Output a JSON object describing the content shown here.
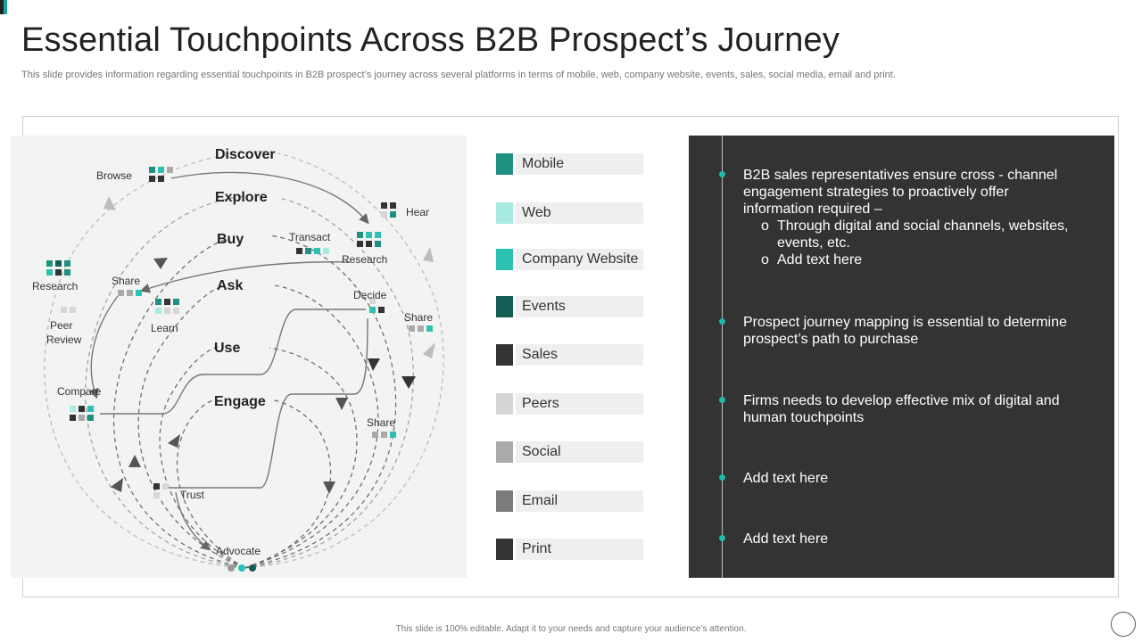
{
  "header": {
    "title": "Essential Touchpoints Across B2B Prospect’s Journey",
    "subtitle": "This slide provides information regarding essential touchpoints in B2B prospect’s journey across several platforms in terms of mobile, web, company website, events, sales, social media, email and print."
  },
  "diagram": {
    "stages": [
      "Discover",
      "Explore",
      "Buy",
      "Ask",
      "Use",
      "Engage"
    ],
    "touchpoints": {
      "browse": "Browse",
      "hear": "Hear",
      "transact": "Transact",
      "research_right": "Research",
      "research_left": "Research",
      "share_left": "Share",
      "decide": "Decide",
      "share_right": "Share",
      "peer": "Peer",
      "review": "Review",
      "learn": "Learn",
      "compare": "Compare",
      "share_mid": "Share",
      "trust": "Trust",
      "advocate": "Advocate"
    }
  },
  "legend": [
    {
      "label": "Mobile",
      "color": "#1e9183"
    },
    {
      "label": "Web",
      "color": "#a8ebe3"
    },
    {
      "label": "Company Website",
      "color": "#2bc2b3"
    },
    {
      "label": "Events",
      "color": "#135e55"
    },
    {
      "label": "Sales",
      "color": "#333333"
    },
    {
      "label": "Peers",
      "color": "#d6d6d6"
    },
    {
      "label": "Social",
      "color": "#aaaaaa"
    },
    {
      "label": "Email",
      "color": "#7b7b7b"
    },
    {
      "label": "Print",
      "color": "#333333"
    }
  ],
  "panel": {
    "b1_text": "B2B sales representatives ensure cross - channel engagement strategies to proactively offer information required –",
    "b1_sub1": "Through digital and social channels, websites, events, etc.",
    "b1_sub2": "Add text here",
    "sub_marker": "o",
    "b2_text": "Prospect journey mapping is essential to determine prospect’s path to purchase",
    "b3_text": "Firms needs to develop effective mix of digital and human touchpoints",
    "b4_text": "Add text here",
    "b5_text": "Add text here"
  },
  "footer": "This slide is 100% editable. Adapt it to your needs and capture your audience’s attention."
}
